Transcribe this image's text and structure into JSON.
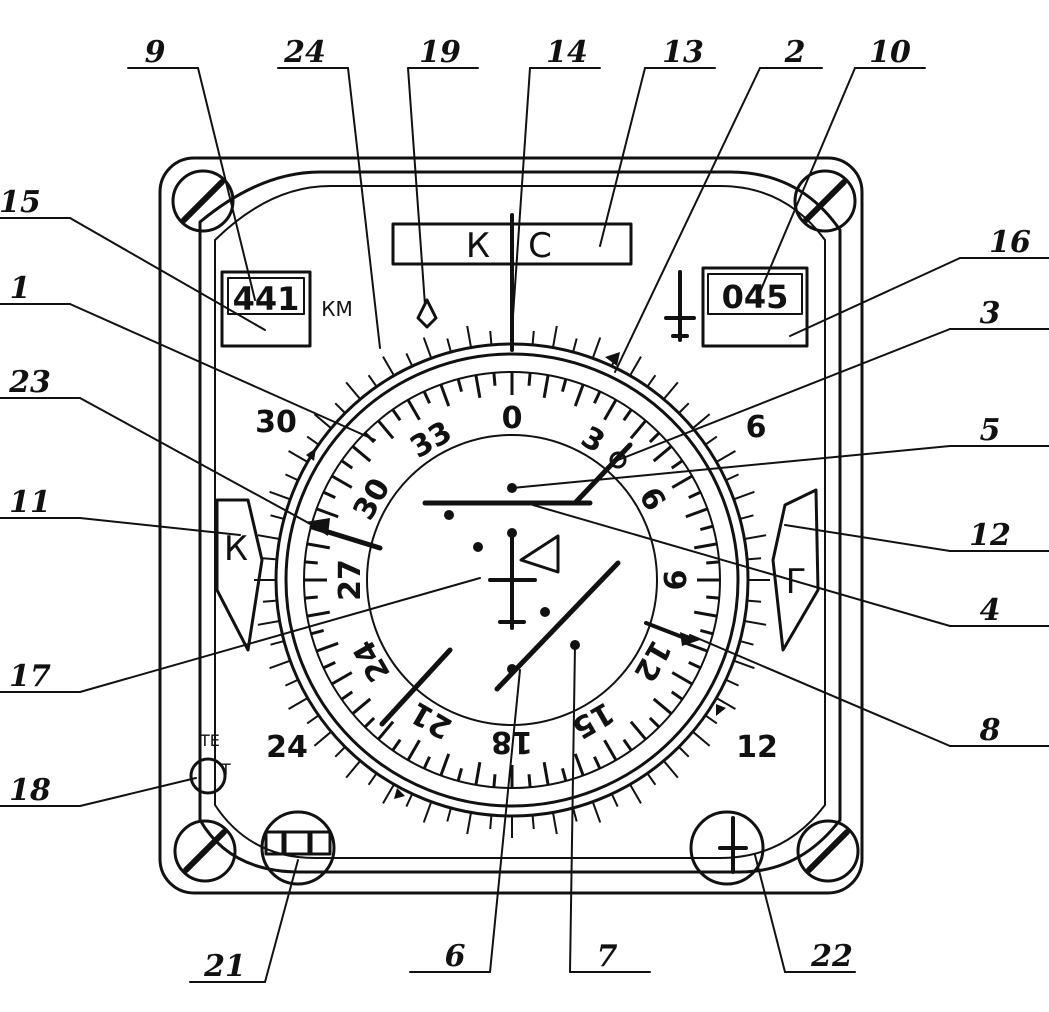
{
  "diagram": {
    "ink_color": "#111111",
    "paper_color": "#ffffff",
    "window_top_label": {
      "left": "К",
      "right": "С"
    },
    "distance_counter": {
      "digits": "441",
      "unit": "КМ"
    },
    "course_counter": {
      "digits": "045"
    },
    "left_flag": "К",
    "right_flag": "Г",
    "test_label": {
      "top": "ТЕ",
      "bottom": "Т"
    },
    "inner_scale_labels": [
      "0",
      "3",
      "6",
      "9",
      "12",
      "15",
      "18",
      "21",
      "24",
      "27",
      "30",
      "33"
    ],
    "outer_scale_labels": [
      "6",
      "12",
      "24",
      "30"
    ],
    "callouts": [
      "1",
      "2",
      "3",
      "4",
      "5",
      "6",
      "7",
      "8",
      "9",
      "10",
      "11",
      "12",
      "13",
      "14",
      "15",
      "16",
      "17",
      "18",
      "19",
      "21",
      "22",
      "23",
      "24"
    ],
    "icons": {
      "left_knob": "range-knob-icon",
      "right_knob": "aircraft-knob-icon",
      "screws": "slotted-screw-icon",
      "aircraft": "aircraft-symbol-icon"
    }
  }
}
